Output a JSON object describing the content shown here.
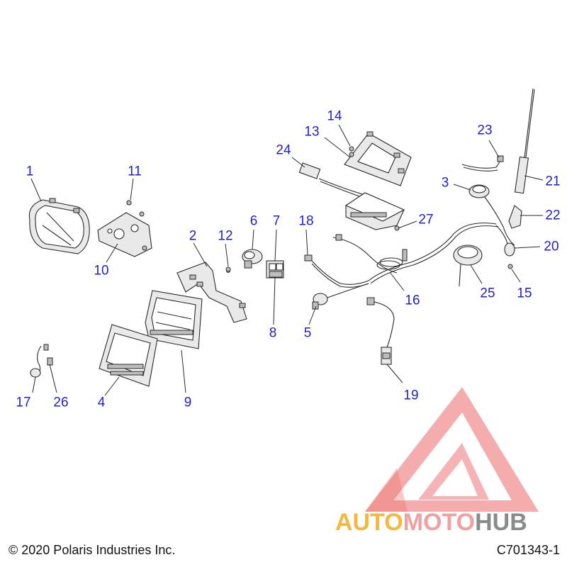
{
  "callouts": [
    {
      "label": "1"
    },
    {
      "label": "2"
    },
    {
      "label": "3"
    },
    {
      "label": "4"
    },
    {
      "label": "5"
    },
    {
      "label": "6"
    },
    {
      "label": "7"
    },
    {
      "label": "8"
    },
    {
      "label": "9"
    },
    {
      "label": "10"
    },
    {
      "label": "11"
    },
    {
      "label": "12"
    },
    {
      "label": "13"
    },
    {
      "label": "14"
    },
    {
      "label": "15"
    },
    {
      "label": "16"
    },
    {
      "label": "17"
    },
    {
      "label": "18"
    },
    {
      "label": "19"
    },
    {
      "label": "20"
    },
    {
      "label": "21"
    },
    {
      "label": "22"
    },
    {
      "label": "23"
    },
    {
      "label": "24"
    },
    {
      "label": "25"
    },
    {
      "label": "26"
    },
    {
      "label": "27"
    }
  ],
  "footer": {
    "copyright": "© 2020 Polaris Industries Inc.",
    "part_number": "C701343-1"
  },
  "watermark": {
    "part_a": "AUTO",
    "part_b": "MOTO",
    "part_c": "HUB"
  },
  "colors": {
    "callout": "#1f1fd0",
    "watermark_red": "#e53935",
    "watermark_yellow": "#f4b740",
    "watermark_gray": "#8a8a8a"
  }
}
